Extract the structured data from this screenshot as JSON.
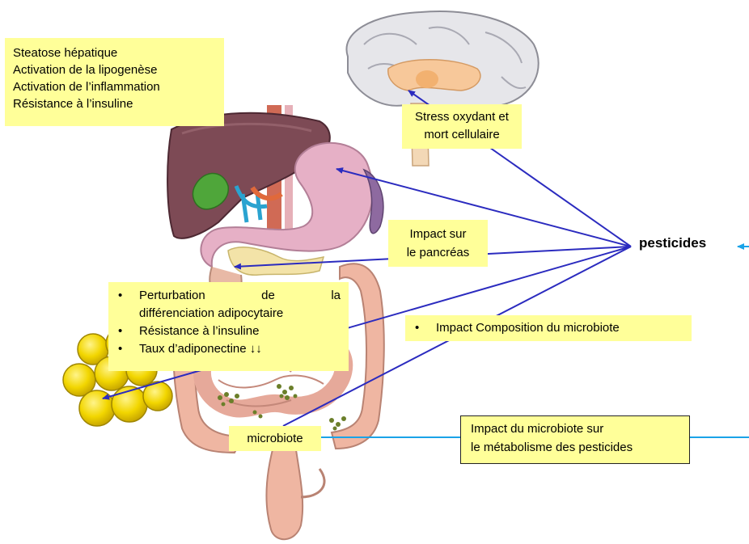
{
  "liver_effects": [
    "Steatose hépatique",
    "Activation de la lipogenèse",
    "Activation de l’inflammation",
    "Résistance à l’insuline"
  ],
  "brain_effect": {
    "line1": "Stress oxydant et",
    "line2": "mort cellulaire"
  },
  "pancreas_effect": {
    "line1": "Impact sur",
    "line2": "le pancréas"
  },
  "adipose_effects": {
    "item1_line1": "Perturbation de la",
    "item1_line2": "différenciation adipocytaire",
    "item2": "Résistance à l’insuline",
    "item3": "Taux d’adiponectine ↓↓"
  },
  "microbiota_composition": "Impact Composition du microbiote",
  "microbiota_label": "microbiote",
  "microbiota_metabolism": {
    "line1": "Impact du microbiote sur",
    "line2": "le métabolisme des pesticides"
  },
  "pesticides_label": "pesticides",
  "colors": {
    "label_fill": "#ffff99",
    "arrow_dark_blue": "#2b2bbf",
    "arrow_light_blue": "#1aa3e8"
  }
}
